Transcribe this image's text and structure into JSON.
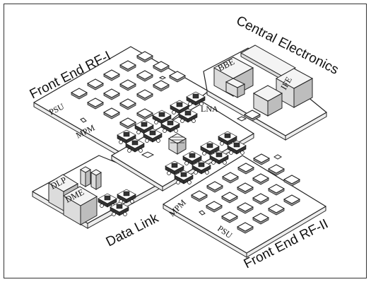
{
  "diagram": {
    "regions": {
      "front_end_rf_1": "Front End RF-I",
      "central_electronics": "Central Electronics",
      "data_link": "Data Link",
      "front_end_rf_2": "Front End RF-II"
    },
    "components": {
      "psu_top": "PSU",
      "mpm_top": "MPM",
      "lna": "LNA",
      "bbe": "BBE",
      "ife": "IFE",
      "dlp": "DLP",
      "dme": "DME",
      "mpm_bottom": "MPM",
      "psu_bottom": "PSU"
    }
  }
}
